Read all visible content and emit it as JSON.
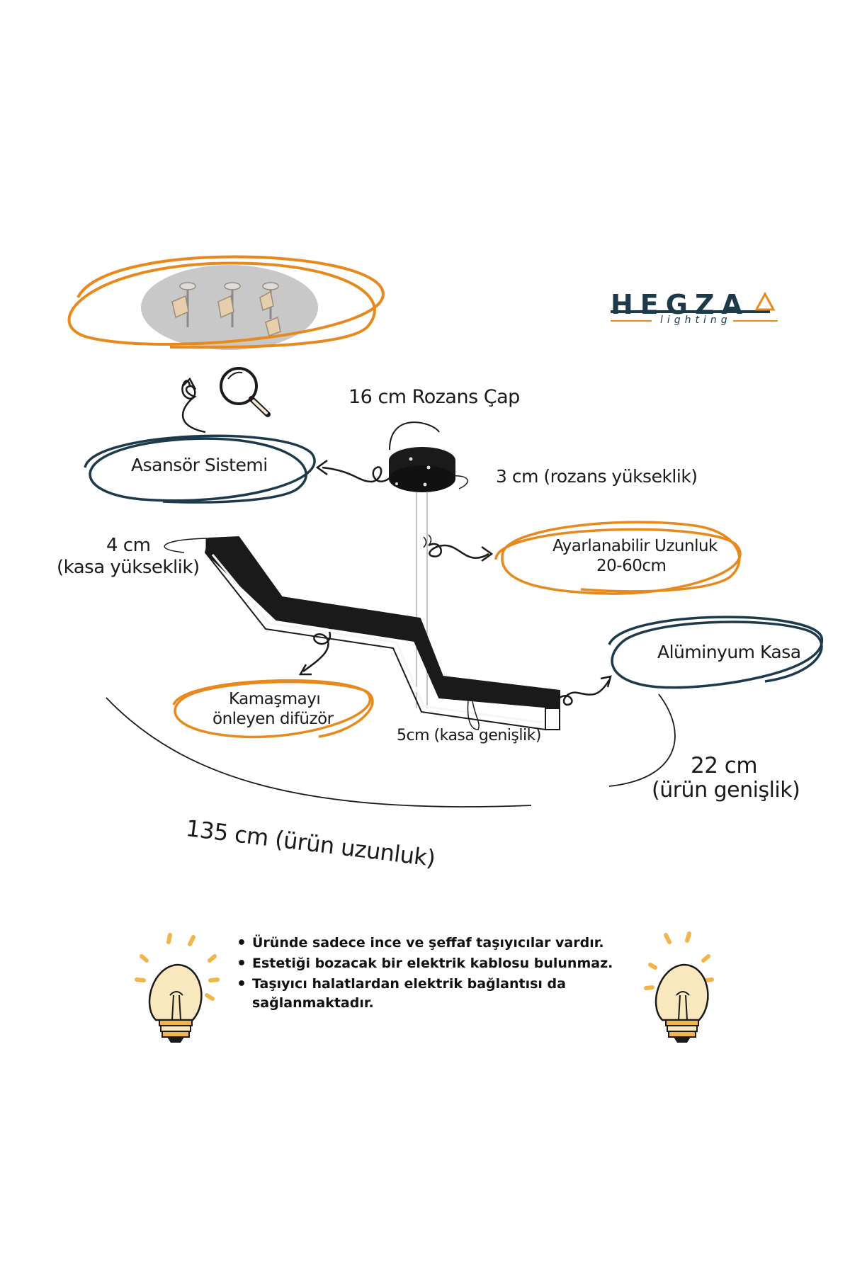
{
  "brand": {
    "name": "HEGZA",
    "tagline": "lighting",
    "colors": {
      "navy": "#1d3a4a",
      "orange": "#e8891e"
    }
  },
  "labels": {
    "rozans_cap": "16 cm Rozans Çap",
    "rozans_yukseklik": "3 cm (rozans yükseklik)",
    "asansor": "Asansör Sistemi",
    "kasa_yukseklik_1": "4 cm",
    "kasa_yukseklik_2": "(kasa yükseklik)",
    "ayarlanabilir_1": "Ayarlanabilir Uzunluk",
    "ayarlanabilir_2": "20-60cm",
    "aluminyum": "Alüminyum Kasa",
    "difuzor_1": "Kamaşmayı",
    "difuzor_2": "önleyen difüzör",
    "kasa_genislik": "5cm (kasa genişlik)",
    "urun_genislik_1": "22 cm",
    "urun_genislik_2": "(ürün genişlik)",
    "urun_uzunluk": "135 cm (ürün uzunluk)"
  },
  "icons": [
    "magnifier-icon",
    "lightbulb-icon-left",
    "lightbulb-icon-right",
    "ceiling-rosette-icon",
    "pendant-lamp-icon"
  ],
  "bullets": [
    "Üründe sadece ince ve şeffaf taşıyıcılar vardır.",
    "Estetiği bozacak bir elektrik kablosu bulunmaz.",
    "Taşıyıcı halatlardan elektrik bağlantısı da sağlanmaktadır."
  ]
}
